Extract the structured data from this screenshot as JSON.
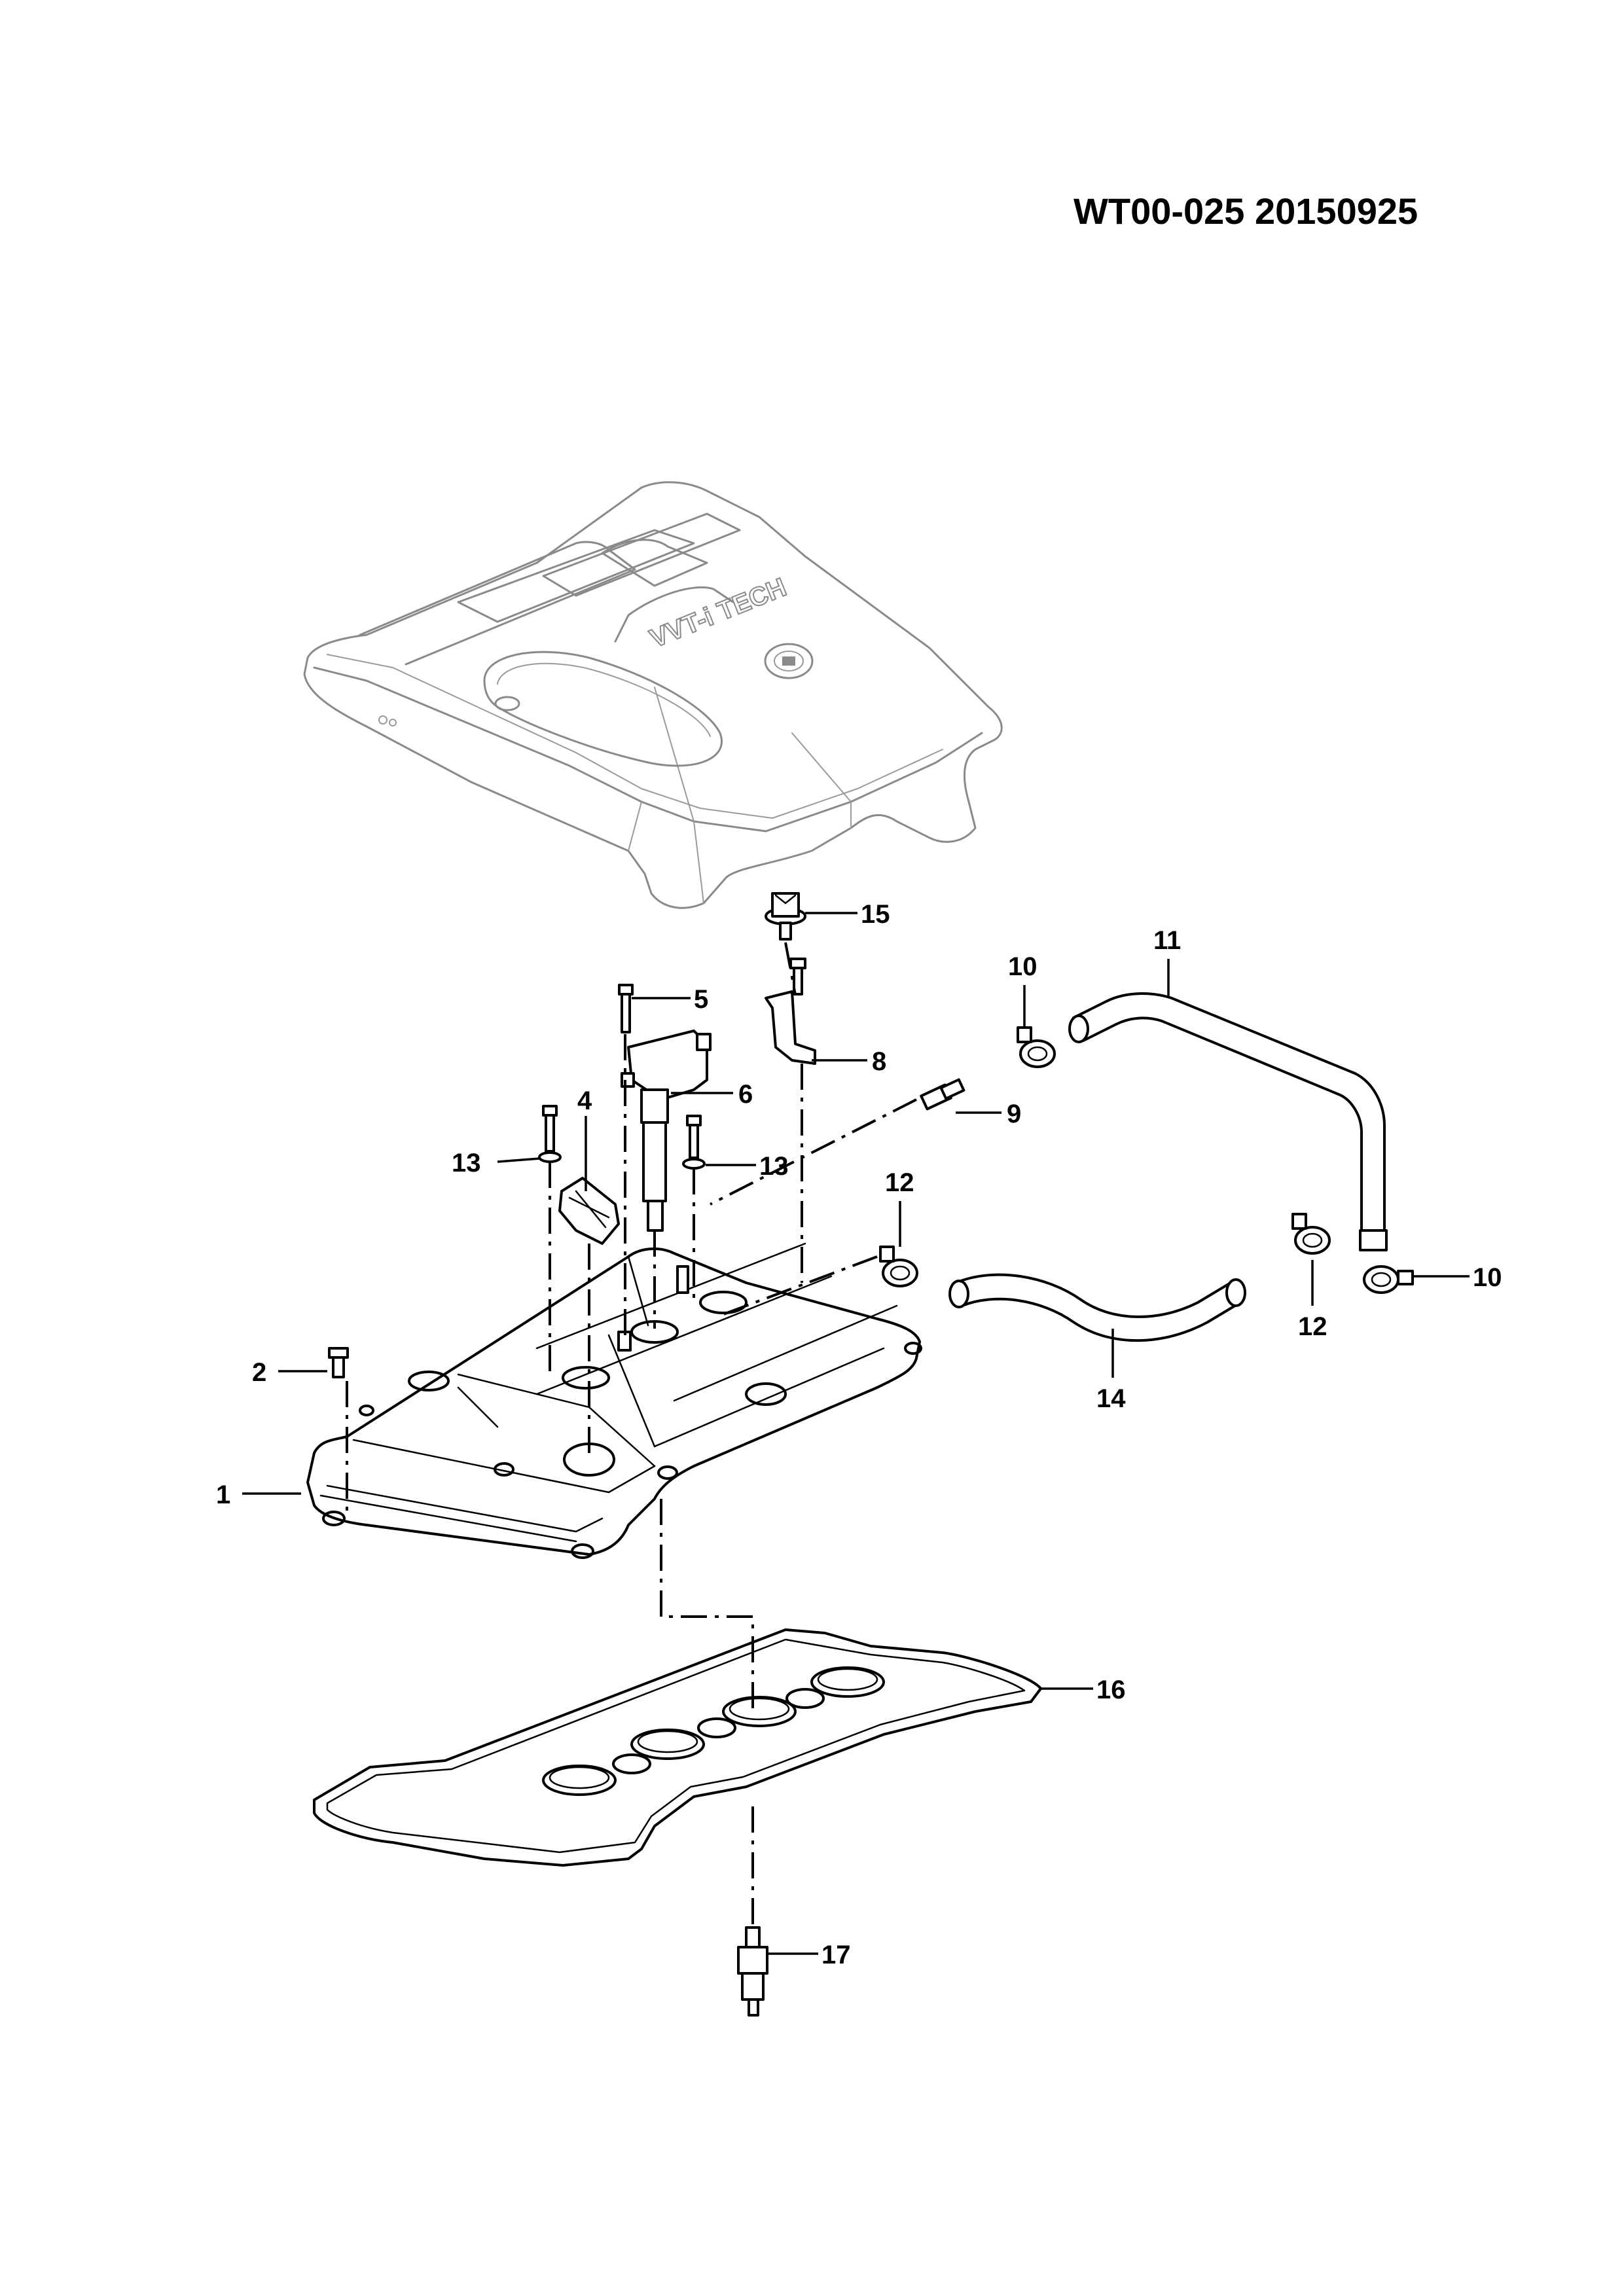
{
  "document": {
    "code": "WT00-025 20150925"
  },
  "engine_cover": {
    "emblem_text": "VVT-i TECH"
  },
  "callouts": [
    {
      "id": "1",
      "label": "1"
    },
    {
      "id": "2",
      "label": "2"
    },
    {
      "id": "4",
      "label": "4"
    },
    {
      "id": "5",
      "label": "5"
    },
    {
      "id": "6",
      "label": "6"
    },
    {
      "id": "8",
      "label": "8"
    },
    {
      "id": "9",
      "label": "9"
    },
    {
      "id": "10a",
      "label": "10"
    },
    {
      "id": "10b",
      "label": "10"
    },
    {
      "id": "11",
      "label": "11"
    },
    {
      "id": "12a",
      "label": "12"
    },
    {
      "id": "12b",
      "label": "12"
    },
    {
      "id": "13a",
      "label": "13"
    },
    {
      "id": "13b",
      "label": "13"
    },
    {
      "id": "14",
      "label": "14"
    },
    {
      "id": "15",
      "label": "15"
    },
    {
      "id": "16",
      "label": "16"
    },
    {
      "id": "17",
      "label": "17"
    }
  ]
}
